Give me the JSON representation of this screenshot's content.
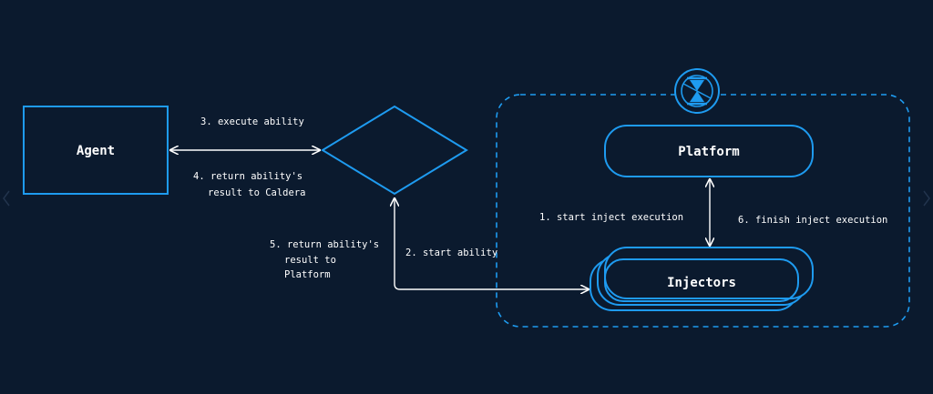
{
  "nodes": {
    "agent": {
      "label": "Agent"
    },
    "caldera": {
      "label": ""
    },
    "platform": {
      "label": "Platform"
    },
    "injectors": {
      "label": "Injectors"
    }
  },
  "edges": {
    "execute_ability": {
      "label": "3. execute ability"
    },
    "return_to_caldera": {
      "lines": [
        "4. return ability's",
        "result to Caldera"
      ]
    },
    "return_to_platform": {
      "lines": [
        "5. return ability's",
        "result to",
        "Platform"
      ]
    },
    "start_ability": {
      "label": "2. start ability"
    },
    "start_inject": {
      "label": "1. start inject execution"
    },
    "finish_inject": {
      "label": "6. finish inject execution"
    }
  },
  "colors": {
    "background": "#0b1a2e",
    "accent": "#1e9bf0",
    "arrow": "#ffffff",
    "text": "#ffffff"
  },
  "icons": {
    "platform_logo": "hourglass-icon"
  }
}
